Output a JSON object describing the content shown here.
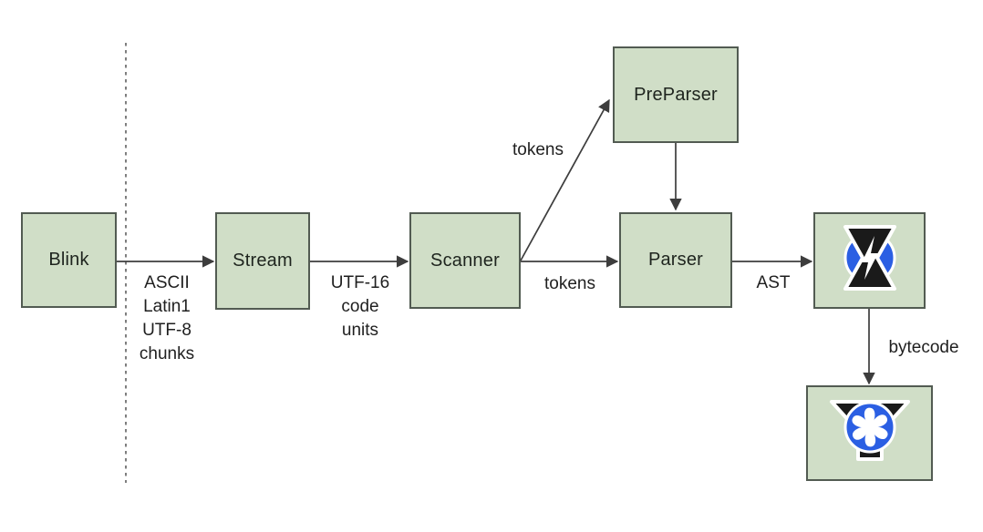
{
  "diagram": {
    "nodes": {
      "blink": {
        "label": "Blink"
      },
      "stream": {
        "label": "Stream"
      },
      "scanner": {
        "label": "Scanner"
      },
      "preparser": {
        "label": "PreParser"
      },
      "parser": {
        "label": "Parser"
      },
      "ignition": {
        "icon": "ignition-hourglass-lightning-icon"
      },
      "turbofan": {
        "icon": "turbofan-funnel-turbine-icon"
      }
    },
    "labels": {
      "input_chunks": {
        "lines": [
          "ASCII",
          "Latin1",
          "UTF-8",
          "chunks"
        ]
      },
      "utf16": {
        "lines": [
          "UTF-16",
          "code",
          "units"
        ]
      },
      "tokens_to_preparser": "tokens",
      "tokens_to_parser": "tokens",
      "ast": "AST",
      "bytecode": "bytecode"
    },
    "colors": {
      "node_fill": "#d0dec7",
      "node_border": "#525b52",
      "arrow": "#3d3d3d",
      "icon_blue": "#2b5fe3",
      "icon_black": "#1a1a1a"
    }
  }
}
